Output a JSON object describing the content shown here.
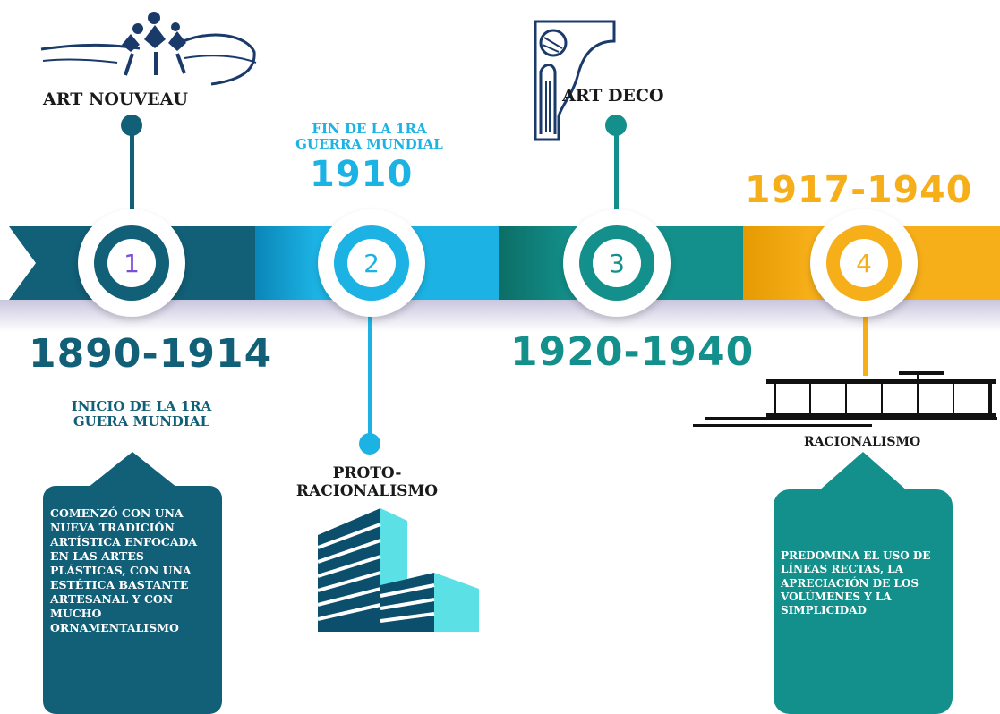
{
  "colors": {
    "dark_teal": "#125f78",
    "sky_blue": "#1cb3e4",
    "teal": "#13908b",
    "amber": "#f6ae19",
    "number_one": "#7a4fd8"
  },
  "milestones": [
    {
      "number": "1",
      "top_label": "ART NOUVEAU",
      "icon": "art-nouveau-ornament-icon",
      "year": "1890-1914",
      "caption": "INICIO DE LA 1RA GUERA MUNDIAL",
      "description": "Comenzó con una nueva tradición artística enfocada en las artes plásticas, con una estética bastante artesanal y con mucho ornamentalismo"
    },
    {
      "number": "2",
      "caption": "FIN DE LA 1RA GUERRA MUNDIAL",
      "year": "1910",
      "bottom_label": "PROTO-RACIONALISMO",
      "icon": "building-icon"
    },
    {
      "number": "3",
      "top_label": "ART DECO",
      "icon": "art-deco-ornament-icon",
      "year": "1920-1940"
    },
    {
      "number": "4",
      "year": "1917-1940",
      "icon": "modern-house-icon",
      "bottom_label": "RACIONALISMO",
      "description": "Predomina el uso de líneas rectas, la apreciación de los volúmenes y la simplicidad"
    }
  ]
}
